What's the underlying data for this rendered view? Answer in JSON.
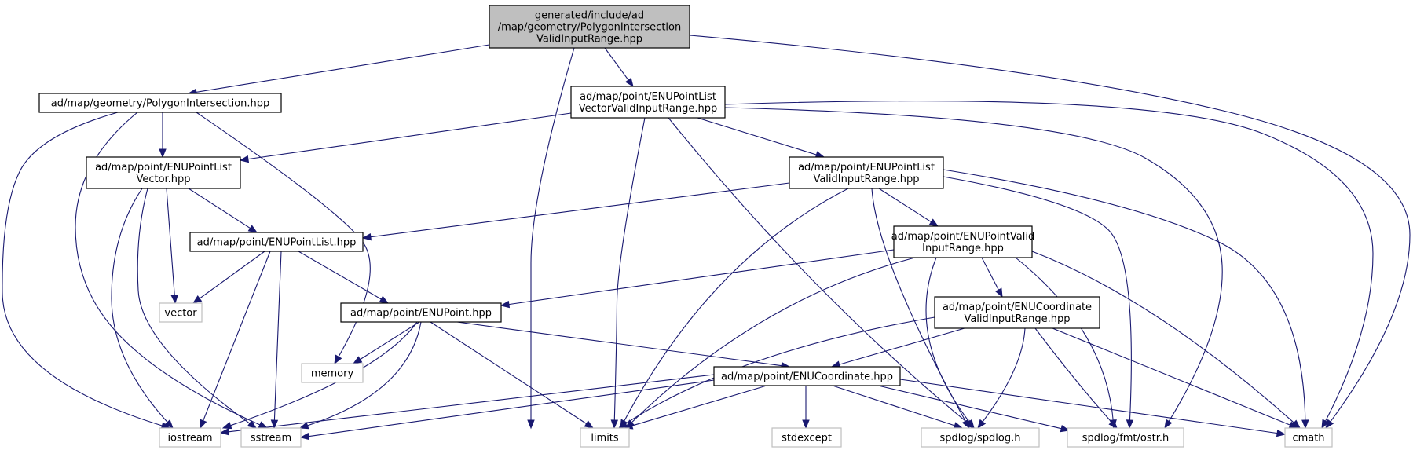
{
  "diagram": {
    "type": "include-dependency-graph",
    "colors": {
      "main_fill": "#bfbfbf",
      "edge": "#191970",
      "system_border": "#bfbfbf",
      "header_border": "#000000"
    },
    "nodes": [
      {
        "id": "n_root",
        "kind": "main",
        "lines": [
          "generated/include/ad",
          "/map/geometry/PolygonIntersection",
          "ValidInputRange.hpp"
        ]
      },
      {
        "id": "n_poly",
        "kind": "header",
        "lines": [
          "ad/map/geometry/PolygonIntersection.hpp"
        ]
      },
      {
        "id": "n_eplv_vir",
        "kind": "header",
        "lines": [
          "ad/map/point/ENUPointList",
          "VectorValidInputRange.hpp"
        ]
      },
      {
        "id": "n_eplv",
        "kind": "header",
        "lines": [
          "ad/map/point/ENUPointList",
          "Vector.hpp"
        ]
      },
      {
        "id": "n_epl_vir",
        "kind": "header",
        "lines": [
          "ad/map/point/ENUPointList",
          "ValidInputRange.hpp"
        ]
      },
      {
        "id": "n_epl",
        "kind": "header",
        "lines": [
          "ad/map/point/ENUPointList.hpp"
        ]
      },
      {
        "id": "n_ep_vir",
        "kind": "header",
        "lines": [
          "ad/map/point/ENUPointValid",
          "InputRange.hpp"
        ]
      },
      {
        "id": "n_ep",
        "kind": "header",
        "lines": [
          "ad/map/point/ENUPoint.hpp"
        ]
      },
      {
        "id": "n_ec_vir",
        "kind": "header",
        "lines": [
          "ad/map/point/ENUCoordinate",
          "ValidInputRange.hpp"
        ]
      },
      {
        "id": "n_ec",
        "kind": "header",
        "lines": [
          "ad/map/point/ENUCoordinate.hpp"
        ]
      },
      {
        "id": "n_vector",
        "kind": "system",
        "lines": [
          "vector"
        ]
      },
      {
        "id": "n_memory",
        "kind": "system",
        "lines": [
          "memory"
        ]
      },
      {
        "id": "n_iostream",
        "kind": "system",
        "lines": [
          "iostream"
        ]
      },
      {
        "id": "n_sstream",
        "kind": "system",
        "lines": [
          "sstream"
        ]
      },
      {
        "id": "n_limits",
        "kind": "system",
        "lines": [
          "limits"
        ]
      },
      {
        "id": "n_stdexcept",
        "kind": "system",
        "lines": [
          "stdexcept"
        ]
      },
      {
        "id": "n_spdlog",
        "kind": "system",
        "lines": [
          "spdlog/spdlog.h"
        ]
      },
      {
        "id": "n_ostr",
        "kind": "system",
        "lines": [
          "spdlog/fmt/ostr.h"
        ]
      },
      {
        "id": "n_cmath",
        "kind": "system",
        "lines": [
          "cmath"
        ]
      }
    ],
    "edges": [
      {
        "from": "n_root",
        "to": "n_poly"
      },
      {
        "from": "n_root",
        "to": "n_eplv_vir"
      },
      {
        "from": "n_root",
        "to": "n_limits"
      },
      {
        "from": "n_root",
        "to": "n_cmath"
      },
      {
        "from": "n_poly",
        "to": "n_eplv"
      },
      {
        "from": "n_poly",
        "to": "n_iostream"
      },
      {
        "from": "n_poly",
        "to": "n_sstream"
      },
      {
        "from": "n_poly",
        "to": "n_memory"
      },
      {
        "from": "n_eplv_vir",
        "to": "n_eplv"
      },
      {
        "from": "n_eplv_vir",
        "to": "n_epl_vir"
      },
      {
        "from": "n_eplv_vir",
        "to": "n_limits"
      },
      {
        "from": "n_eplv_vir",
        "to": "n_spdlog"
      },
      {
        "from": "n_eplv_vir",
        "to": "n_ostr"
      },
      {
        "from": "n_eplv_vir",
        "to": "n_cmath"
      },
      {
        "from": "n_eplv",
        "to": "n_epl"
      },
      {
        "from": "n_eplv",
        "to": "n_vector"
      },
      {
        "from": "n_eplv",
        "to": "n_iostream"
      },
      {
        "from": "n_eplv",
        "to": "n_sstream"
      },
      {
        "from": "n_epl_vir",
        "to": "n_epl"
      },
      {
        "from": "n_epl_vir",
        "to": "n_ep_vir"
      },
      {
        "from": "n_epl_vir",
        "to": "n_limits"
      },
      {
        "from": "n_epl_vir",
        "to": "n_spdlog"
      },
      {
        "from": "n_epl_vir",
        "to": "n_ostr"
      },
      {
        "from": "n_epl_vir",
        "to": "n_cmath"
      },
      {
        "from": "n_epl",
        "to": "n_vector"
      },
      {
        "from": "n_epl",
        "to": "n_ep"
      },
      {
        "from": "n_epl",
        "to": "n_iostream"
      },
      {
        "from": "n_epl",
        "to": "n_sstream"
      },
      {
        "from": "n_ep_vir",
        "to": "n_ep"
      },
      {
        "from": "n_ep_vir",
        "to": "n_ec_vir"
      },
      {
        "from": "n_ep_vir",
        "to": "n_limits"
      },
      {
        "from": "n_ep_vir",
        "to": "n_spdlog"
      },
      {
        "from": "n_ep_vir",
        "to": "n_ostr"
      },
      {
        "from": "n_ep_vir",
        "to": "n_cmath"
      },
      {
        "from": "n_ep",
        "to": "n_memory"
      },
      {
        "from": "n_ep",
        "to": "n_ec"
      },
      {
        "from": "n_ep",
        "to": "n_iostream"
      },
      {
        "from": "n_ep",
        "to": "n_sstream"
      },
      {
        "from": "n_ep",
        "to": "n_limits"
      },
      {
        "from": "n_ec_vir",
        "to": "n_ec"
      },
      {
        "from": "n_ec_vir",
        "to": "n_limits"
      },
      {
        "from": "n_ec_vir",
        "to": "n_spdlog"
      },
      {
        "from": "n_ec_vir",
        "to": "n_ostr"
      },
      {
        "from": "n_ec_vir",
        "to": "n_cmath"
      },
      {
        "from": "n_ec",
        "to": "n_iostream"
      },
      {
        "from": "n_ec",
        "to": "n_sstream"
      },
      {
        "from": "n_ec",
        "to": "n_limits"
      },
      {
        "from": "n_ec",
        "to": "n_stdexcept"
      },
      {
        "from": "n_ec",
        "to": "n_spdlog"
      },
      {
        "from": "n_ec",
        "to": "n_ostr"
      },
      {
        "from": "n_ec",
        "to": "n_cmath"
      }
    ]
  }
}
